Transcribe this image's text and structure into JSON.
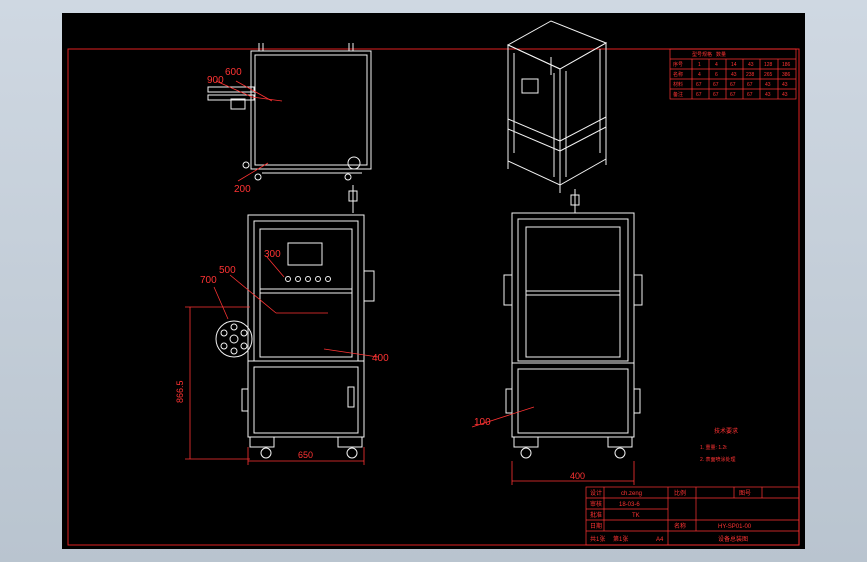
{
  "colors": {
    "frame": "#e02020",
    "geometry": "#f2f2f2",
    "dims": "#ff3333",
    "background": "#000000",
    "viewport": "#c8d2dc"
  },
  "top_view": {
    "labels": [
      "600",
      "900",
      "200"
    ]
  },
  "front_view": {
    "labels": [
      "300",
      "500",
      "700",
      "400"
    ],
    "dim_width": "650",
    "dim_height": "866.5"
  },
  "side_view": {
    "labels": [
      "100"
    ],
    "dim_width": "400"
  },
  "notes": {
    "title": "技术要求",
    "lines": [
      "1. 重量: 1.2t",
      "2. 表面喷涂处理"
    ]
  },
  "bom_table": {
    "header": [
      "型号规格",
      "数量"
    ],
    "rows": [
      [
        "序号",
        "1",
        "4",
        "14",
        "43",
        "128",
        "186"
      ],
      [
        "名称",
        "4",
        "6",
        "43",
        "238",
        "265",
        "386"
      ],
      [
        "材料",
        "67",
        "67",
        "67",
        "67",
        "43",
        "43"
      ],
      [
        "备注",
        "67",
        "67",
        "67",
        "67",
        "43",
        "43"
      ]
    ]
  },
  "title_block": {
    "rows": [
      [
        "设计",
        "ch.zeng",
        "比例",
        "",
        "图号",
        ""
      ],
      [
        "审核",
        "18-03-6",
        "",
        "",
        "",
        ""
      ],
      [
        "批准",
        "TK",
        "",
        "",
        "",
        ""
      ],
      [
        "日期",
        "",
        "名称",
        "",
        "HY-SP01-00",
        ""
      ],
      [
        "共1张",
        "第1张",
        "A4",
        "",
        "设备总装图",
        ""
      ]
    ]
  }
}
